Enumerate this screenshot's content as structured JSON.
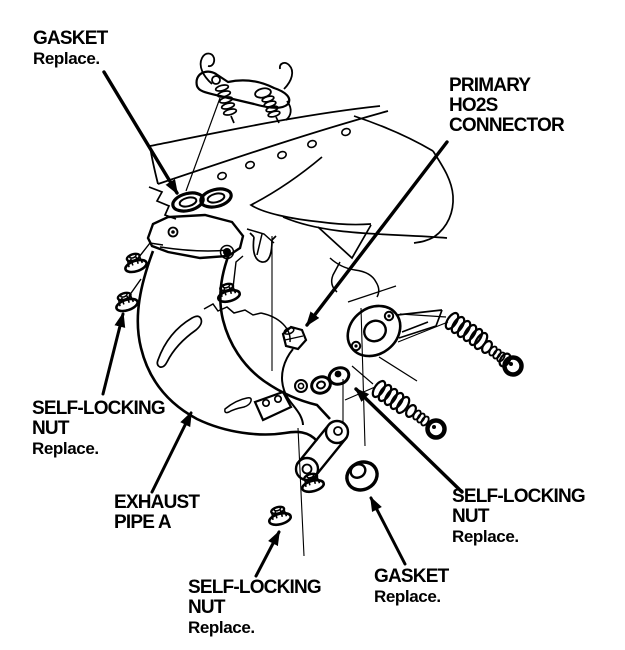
{
  "colors": {
    "ink": "#000000",
    "paper": "#ffffff"
  },
  "labels": {
    "gasket_top": {
      "line1": "GASKET",
      "line2": "Replace."
    },
    "primary_ho2s": {
      "line1": "PRIMARY",
      "line2": "HO2S",
      "line3": "CONNECTOR"
    },
    "self_locking_left": {
      "line1": "SELF-LOCKING",
      "line2": "NUT",
      "line3": "Replace."
    },
    "exhaust_pipe": {
      "line1": "EXHAUST",
      "line2": "PIPE A"
    },
    "self_locking_bottom": {
      "line1": "SELF-LOCKING",
      "line2": "NUT",
      "line3": "Replace."
    },
    "self_locking_right": {
      "line1": "SELF-LOCKING",
      "line2": "NUT",
      "line3": "Replace."
    },
    "gasket_bottom": {
      "line1": "GASKET",
      "line2": "Replace."
    }
  }
}
